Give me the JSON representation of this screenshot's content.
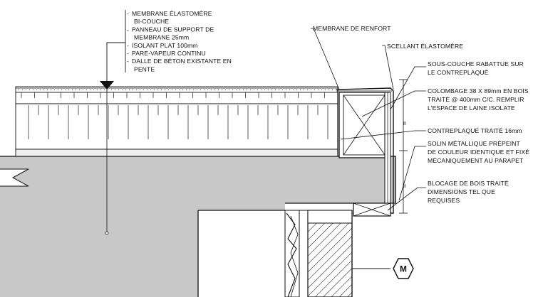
{
  "drawing": {
    "layers_callout": [
      "MEMBRANE ÉLASTOMÈRE",
      "BI-COUCHE",
      "PANNEAU DE SUPPORT DE",
      "MEMBRANE 25mm",
      "ISOLANT PLAT 100mm",
      "PARE-VAPEUR CONTINU",
      "DALLE DE BÉTON EXISTANTE EN",
      "PENTE"
    ],
    "top_labels": {
      "reinforcement": "MEMBRANE DE RENFORT",
      "sealant": "SCELLANT ÉLASTOMÈRE"
    },
    "right_labels": {
      "underlay": [
        "SOUS-COUCHE RABATTUE SUR",
        "LE CONTREPLAQUÉ"
      ],
      "stud": [
        "COLOMBAGE 38 X 89mm EN BOIS",
        "TRAITÉ @ 400mm C/C. REMPLIR",
        "L'ESPACE DE LAINE ISOLATE"
      ],
      "plywood": "CONTREPLAQUÉ TRAITÉ 16mm",
      "flashing": [
        "SOLIN MÉTALLIQUE PRÉPEINT",
        "DE COULEUR IDENTIQUE ET FIXÉ",
        "MÉCANIQUEMENT AU PARAPET"
      ],
      "blocking": [
        "BLOCAGE DE BOIS TRAITÉ",
        "DIMENSIONS  TEL QUE",
        "REQUISES"
      ]
    },
    "dimension_marks": [
      "II",
      "II"
    ],
    "section_marker": "M"
  }
}
